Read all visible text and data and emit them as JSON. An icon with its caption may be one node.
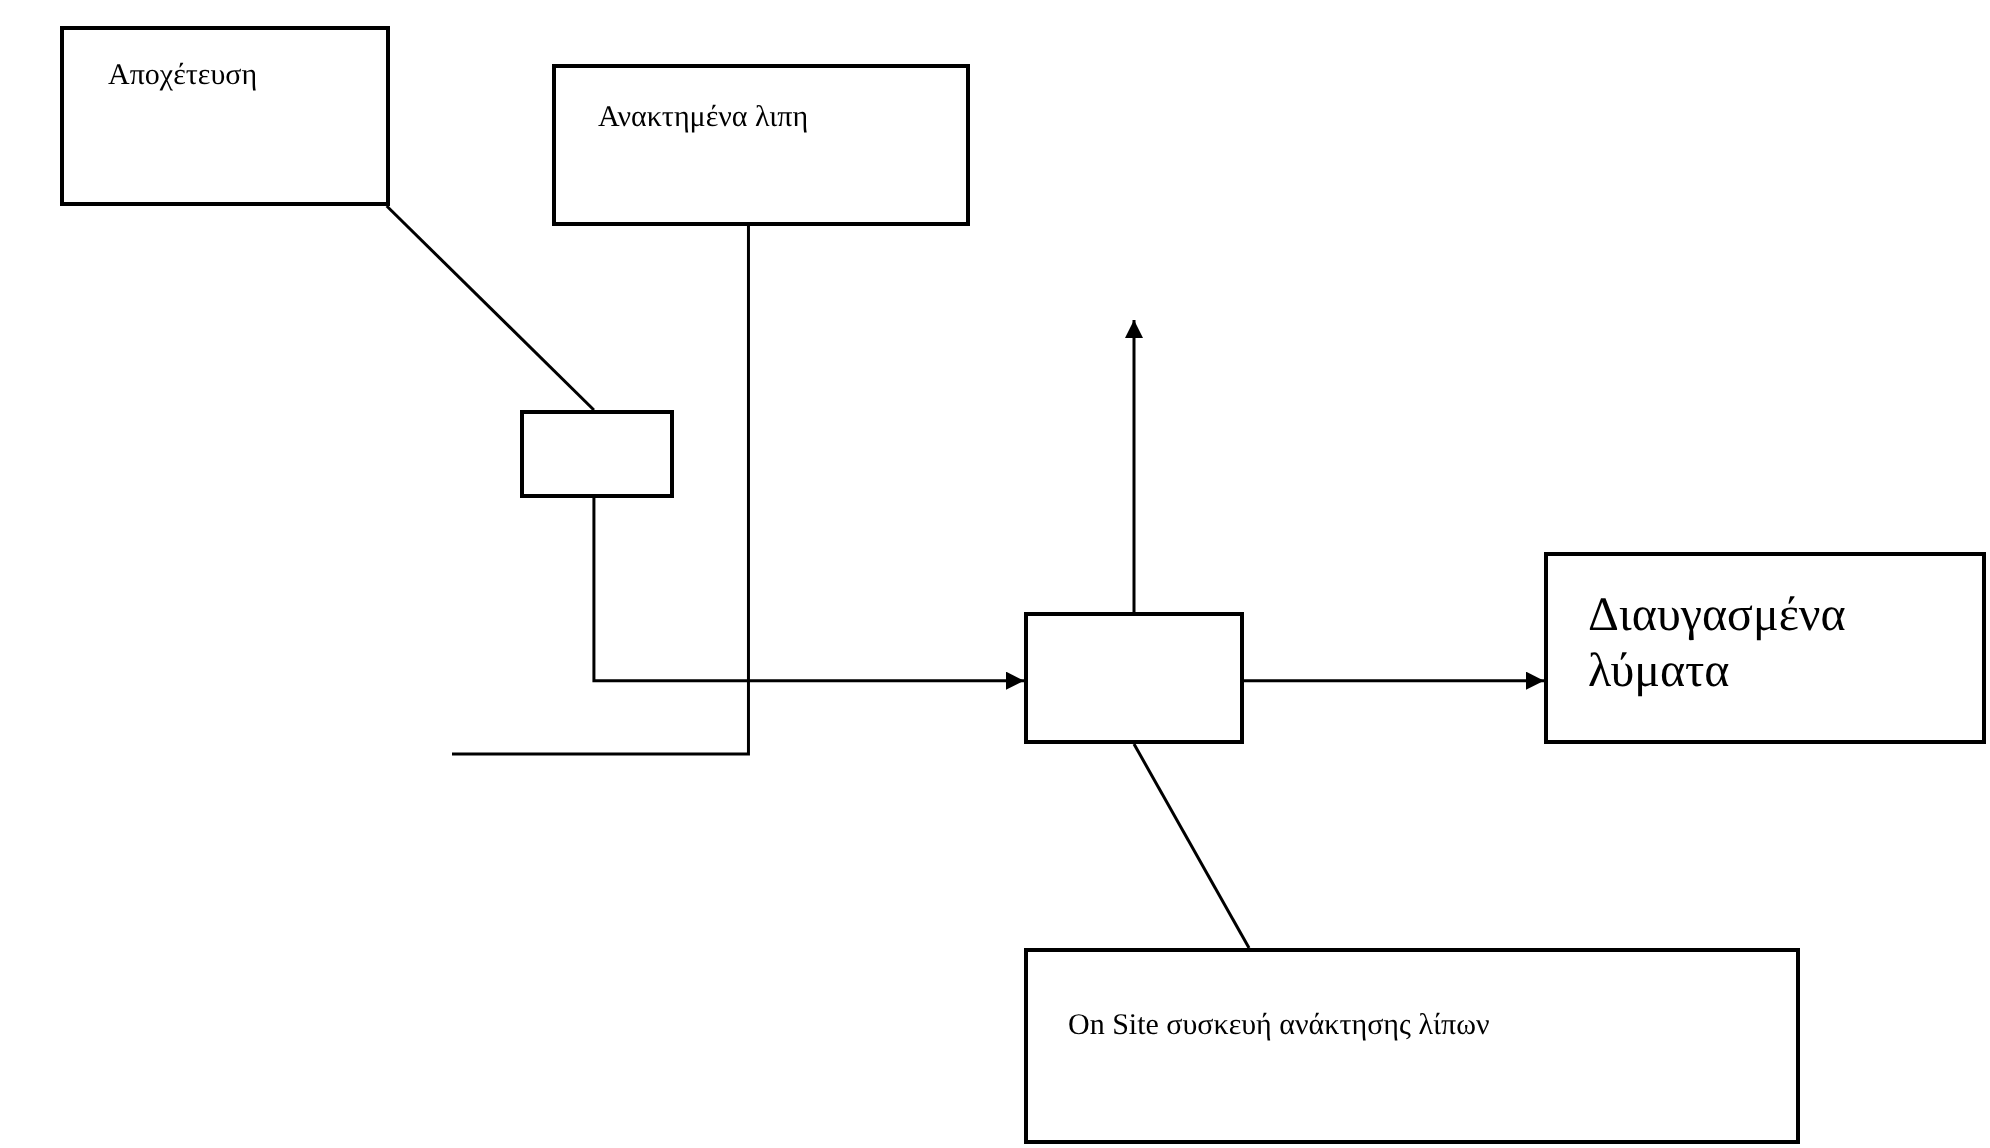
{
  "diagram": {
    "nodes": [
      {
        "text": [
          "Αποχέτευση"
        ]
      },
      {
        "text": [
          "Ανακτημένα λιπη"
        ]
      },
      {
        "text": [],
        "shape": "box"
      },
      {
        "text": [],
        "shape": "box"
      },
      {
        "text": [
          "Διαυγασμένα λύματα"
        ]
      },
      {
        "text": [
          "On Site συσκευή ανάκτησης λίπων"
        ]
      }
    ],
    "edges": [
      {
        "from": 0,
        "to": 2,
        "arrow": "none"
      },
      {
        "from": 2,
        "to": 3,
        "arrow": "to"
      },
      {
        "from": 1,
        "to": null,
        "arrow": "none"
      },
      {
        "from": 3,
        "to": null,
        "arrow": "to"
      },
      {
        "from": 3,
        "to": 4,
        "arrow": "to"
      },
      {
        "from": 3,
        "to": 5,
        "arrow": "none"
      }
    ]
  }
}
